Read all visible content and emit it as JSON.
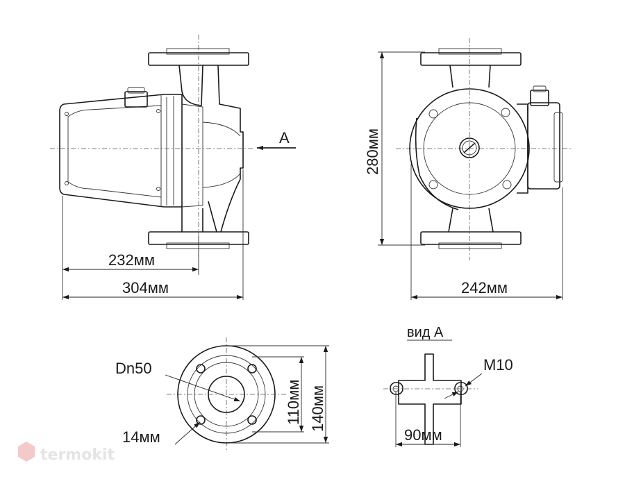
{
  "labels": {
    "dim_232": "232мм",
    "dim_304": "304мм",
    "dim_280": "280мм",
    "dim_242": "242мм",
    "arrow_a": "A",
    "dn": "Dn50",
    "hole": "14мм",
    "dim_110": "110мм",
    "dim_140": "140мм",
    "view_a": "вид A",
    "thread": "M10",
    "dim_90": "90мм"
  },
  "watermark": {
    "text": "termokit"
  },
  "colors": {
    "line": "#1a1a1a",
    "watermark": "#e4e4e4",
    "watermark_logo": "#f3c9c9"
  }
}
